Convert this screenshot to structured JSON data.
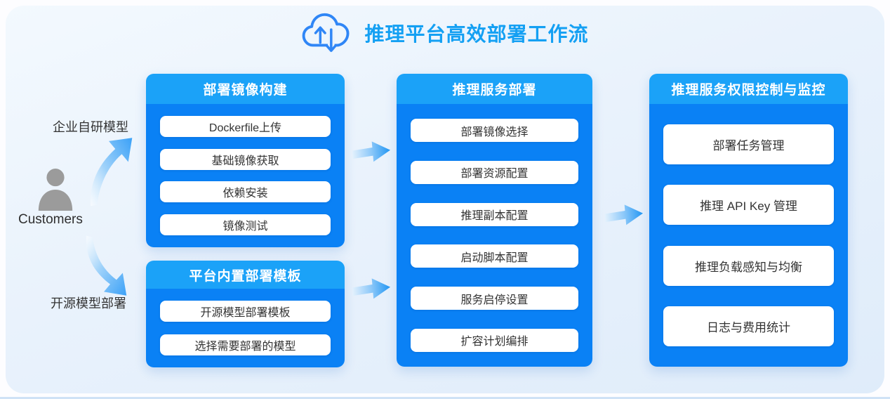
{
  "title": "推理平台高效部署工作流",
  "icons": {
    "title_icon": "cloud-upload-download-icon",
    "actor_icon": "person-icon",
    "flow_arrow": "right-arrow-icon",
    "curved_up": "curved-arrow-up-icon",
    "curved_down": "curved-arrow-down-icon"
  },
  "actor": {
    "label": "Customers",
    "top_path_label": "企业自研模型",
    "bottom_path_label": "开源模型部署"
  },
  "groups": {
    "image_build": {
      "header": "部署镜像构建",
      "items": [
        "Dockerfile上传",
        "基础镜像获取",
        "依赖安装",
        "镜像测试"
      ]
    },
    "builtin_template": {
      "header": "平台内置部署模板",
      "items": [
        "开源模型部署模板",
        "选择需要部署的模型"
      ]
    },
    "service_deploy": {
      "header": "推理服务部署",
      "items": [
        "部署镜像选择",
        "部署资源配置",
        "推理副本配置",
        "启动脚本配置",
        "服务启停设置",
        "扩容计划编排"
      ]
    },
    "access_monitor": {
      "header": "推理服务权限控制与监控",
      "items": [
        "部署任务管理",
        "推理 API Key 管理",
        "推理负载感知与均衡",
        "日志与费用统计"
      ]
    }
  },
  "colors": {
    "header_blue": "#1ba2f8",
    "body_blue": "#0a81f5",
    "title_blue": "#14a0f3",
    "arrow_blue": "#2196f3",
    "actor_gray": "#9b9b9b",
    "panel_bg": "#e9f2fc"
  }
}
